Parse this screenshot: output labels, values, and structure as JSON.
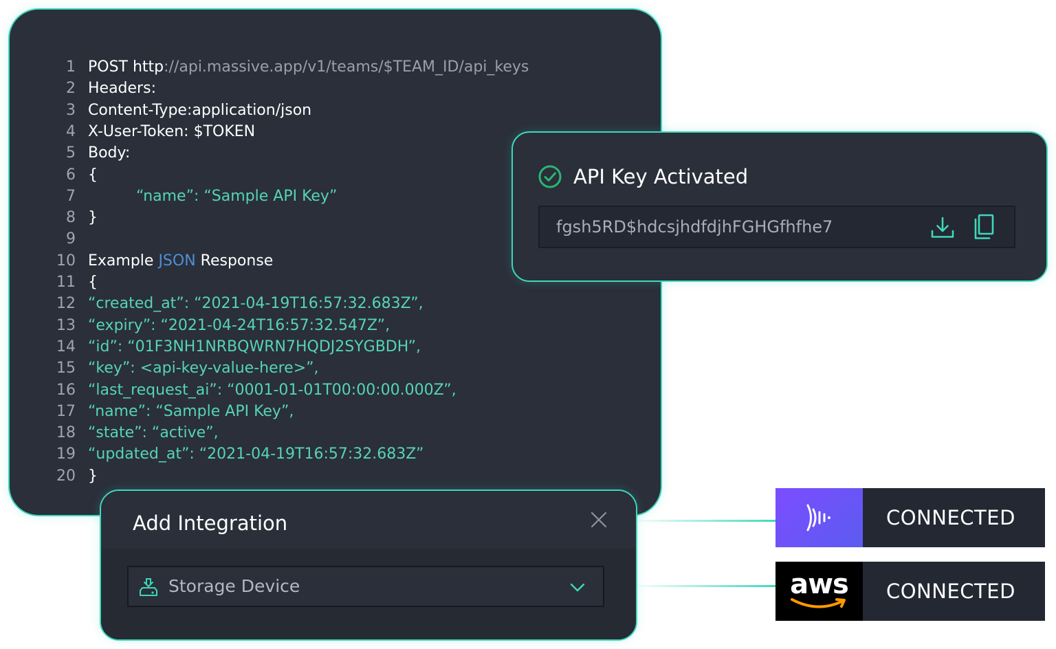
{
  "code": {
    "lines": [
      {
        "n": "1",
        "parts": [
          {
            "t": "POST http",
            "c": "w"
          },
          {
            "t": "://api.massive.app/v1/teams/$TEAM_ID/api_keys",
            "c": "g"
          }
        ]
      },
      {
        "n": "2",
        "parts": [
          {
            "t": "Headers:",
            "c": "w"
          }
        ]
      },
      {
        "n": "3",
        "parts": [
          {
            "t": "Content-Type:application/json",
            "c": "w"
          }
        ]
      },
      {
        "n": "4",
        "parts": [
          {
            "t": "X-User-Token: $TOKEN",
            "c": "w"
          }
        ]
      },
      {
        "n": "5",
        "parts": [
          {
            "t": "Body:",
            "c": "w"
          }
        ]
      },
      {
        "n": "6",
        "parts": [
          {
            "t": "{",
            "c": "w"
          }
        ]
      },
      {
        "n": "7",
        "indent": true,
        "parts": [
          {
            "t": "“name”: “Sample API Key”",
            "c": "t"
          }
        ]
      },
      {
        "n": "8",
        "parts": [
          {
            "t": "}",
            "c": "w"
          }
        ]
      },
      {
        "n": "9",
        "parts": []
      },
      {
        "n": "10",
        "parts": [
          {
            "t": "Example ",
            "c": "w"
          },
          {
            "t": "JSON",
            "c": "b"
          },
          {
            "t": " Response",
            "c": "w"
          }
        ]
      },
      {
        "n": "11",
        "parts": [
          {
            "t": "{",
            "c": "w"
          }
        ]
      },
      {
        "n": "12",
        "parts": [
          {
            "t": "“created_at”: “2021-04-19T16:57:32.683Z”,",
            "c": "t"
          }
        ]
      },
      {
        "n": "13",
        "parts": [
          {
            "t": "“expiry”: “2021-04-24T16:57:32.547Z”,",
            "c": "t"
          }
        ]
      },
      {
        "n": "14",
        "parts": [
          {
            "t": "“id”: “01F3NH1NRBQWRN7HQDJ2SYGBDH”,",
            "c": "t"
          }
        ]
      },
      {
        "n": "15",
        "parts": [
          {
            "t": "“key”: <api-key-value-here>”,",
            "c": "t"
          }
        ]
      },
      {
        "n": "16",
        "parts": [
          {
            "t": "“last_request_ai”: “0001-01-01T00:00:00.000Z”,",
            "c": "t"
          }
        ]
      },
      {
        "n": "17",
        "parts": [
          {
            "t": "“name”: “Sample API Key”,",
            "c": "t"
          }
        ]
      },
      {
        "n": "18",
        "parts": [
          {
            "t": "“state”: “active”,",
            "c": "t"
          }
        ]
      },
      {
        "n": "19",
        "parts": [
          {
            "t": "“updated_at”: “2021-04-19T16:57:32.683Z”",
            "c": "t"
          }
        ]
      },
      {
        "n": "20",
        "parts": [
          {
            "t": "}",
            "c": "w"
          }
        ]
      }
    ]
  },
  "api_card": {
    "title": "API Key Activated",
    "key_value": "fgsh5RD$hdcsjhdfdjhFGHGfhfhe7",
    "icons": [
      "check-circle-icon",
      "download-icon",
      "copy-icon"
    ]
  },
  "integration": {
    "title": "Add Integration",
    "selected_option": "Storage Device",
    "icons": [
      "close-icon",
      "storage-device-icon",
      "chevron-down-icon"
    ]
  },
  "badges": [
    {
      "logo": "sound-wave-logo",
      "label": "CONNECTED"
    },
    {
      "logo": "aws-logo",
      "logo_text": "aws",
      "label": "CONNECTED"
    }
  ],
  "colors": {
    "accent": "#3fd8bc",
    "panel_bg": "#2a2f3a",
    "code_string": "#56d4b4",
    "code_keyword": "#4f8fd6",
    "success": "#2bb673"
  }
}
